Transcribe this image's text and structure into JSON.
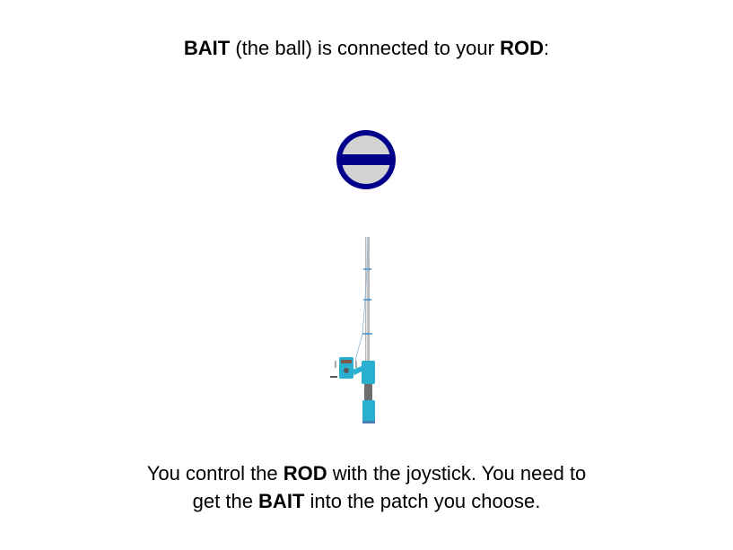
{
  "title": {
    "bait_word": "BAIT",
    "middle": " (the ball) is connected to your ",
    "rod_word": "ROD",
    "colon": ":"
  },
  "caption": {
    "line1_before": "You control the ",
    "line1_rod": "ROD",
    "line1_after": " with the joystick. You need to",
    "line2_before": "get the ",
    "line2_bait": "BAIT",
    "line2_after": " into the patch you choose."
  },
  "colors": {
    "ball_ring": "#00008b",
    "ball_fill": "#d3d3d3",
    "rod_shaft": "#b8b8b8",
    "rod_handle": "#29b0d1",
    "rod_grip": "#6e6e6e"
  },
  "icons": {
    "ball": "bait-ball-icon",
    "rod": "fishing-rod-icon"
  }
}
